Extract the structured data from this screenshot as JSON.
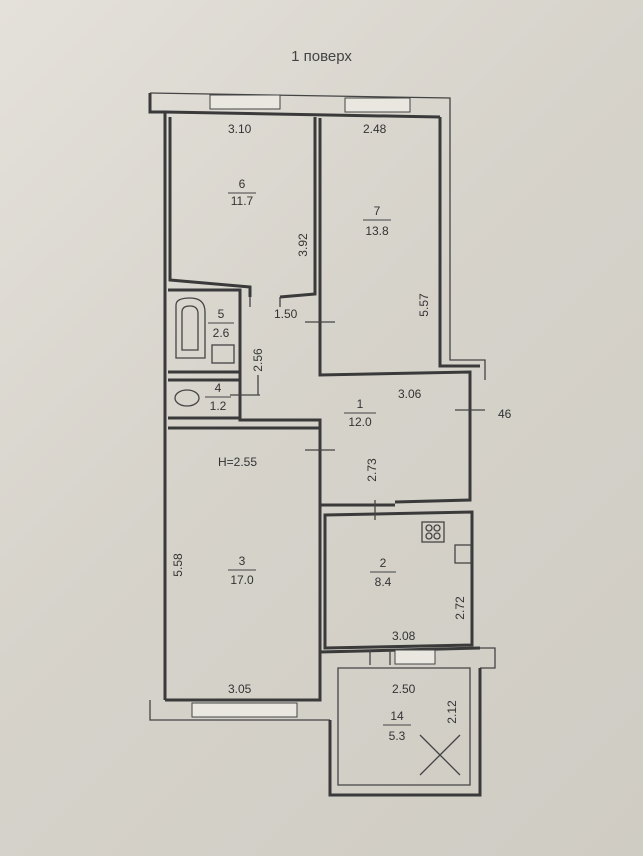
{
  "title": "1 поверх",
  "height_label": "H=2.55",
  "wall_mark": "46",
  "rooms": [
    {
      "id": "6",
      "area": "11.7"
    },
    {
      "id": "7",
      "area": "13.8"
    },
    {
      "id": "5",
      "area": "2.6"
    },
    {
      "id": "4",
      "area": "1.2"
    },
    {
      "id": "1",
      "area": "12.0"
    },
    {
      "id": "3",
      "area": "17.0"
    },
    {
      "id": "2",
      "area": "8.4"
    },
    {
      "id": "14",
      "area": "5.3"
    }
  ],
  "dimensions": {
    "r6_width": "3.10",
    "r6_depth": "3.92",
    "r7_width": "2.48",
    "r7_depth": "5.57",
    "corridor_width": "1.50",
    "corridor_depth": "2.56",
    "hall_width": "3.06",
    "hall_depth": "2.73",
    "r3_depth": "5.58",
    "r3_width": "3.05",
    "r2_width": "3.08",
    "r2_depth": "2.72",
    "balcony_width": "2.50",
    "balcony_depth": "2.12"
  }
}
